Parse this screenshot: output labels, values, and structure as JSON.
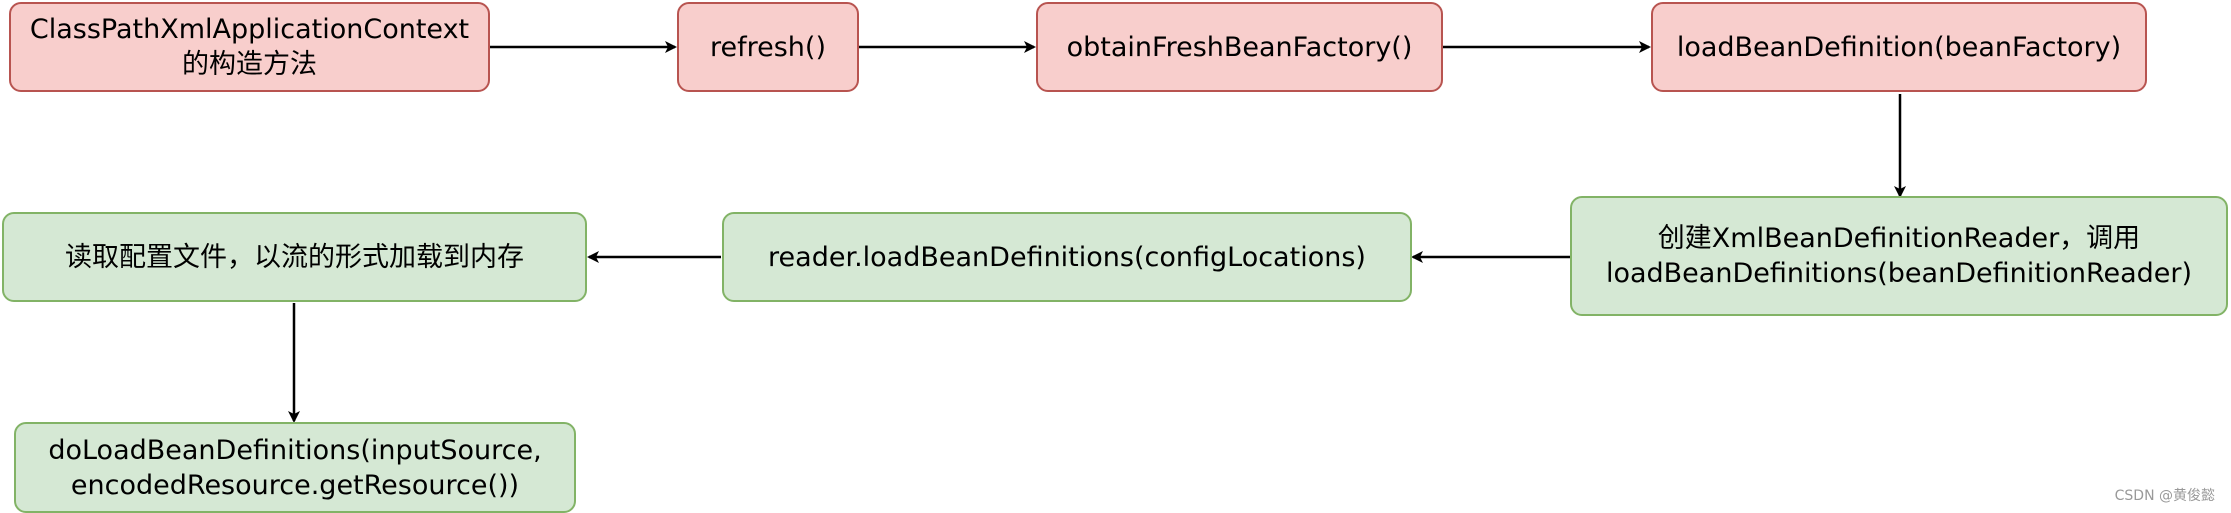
{
  "nodes": {
    "n1": "ClassPathXmlApplicationContext\n的构造方法",
    "n2": "refresh()",
    "n3": "obtainFreshBeanFactory()",
    "n4": "loadBeanDefinition(beanFactory)",
    "n5": "创建XmlBeanDefinitionReader，调用\nloadBeanDefinitions(beanDefinitionReader)",
    "n6": "reader.loadBeanDefinitions(configLocations)",
    "n7": "读取配置文件，以流的形式加载到内存",
    "n8": "doLoadBeanDefinitions(inputSource,\nencodedResource.getResource())"
  },
  "watermark": "CSDN @黄俊懿",
  "colors": {
    "red_fill": "#f8cecc",
    "red_border": "#b85450",
    "green_fill": "#d5e8d4",
    "green_border": "#82b366",
    "edge": "#000000"
  }
}
